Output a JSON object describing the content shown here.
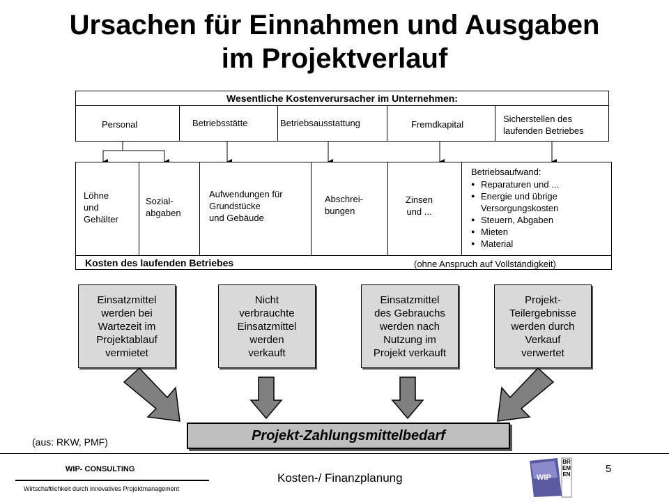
{
  "title": {
    "line1": "Ursachen für Einnahmen und Ausgaben",
    "line2": "im Projektverlauf"
  },
  "cost_drivers": {
    "header": "Wesentliche Kostenverursacher im Unternehmen:",
    "items": [
      "Personal",
      "Betriebsstätte",
      "Betriebsausstattung",
      "Fremdkapital",
      "Sicherstellen des\nlaufenden Betriebes"
    ]
  },
  "costs": {
    "cells": [
      "Löhne\nund\nGehälter",
      "Sozial-\nabgaben",
      "Aufwendungen für\nGrundstücke\nund Gebäude",
      "Abschrei-\nbungen",
      "Zinsen\nund ..."
    ],
    "betriebsaufwand_title": "Betriebsaufwand:",
    "betriebsaufwand_items": [
      "Reparaturen und ...",
      "Energie und übrige\nVersorgungskosten",
      "Steuern, Abgaben",
      "Mieten",
      "Material"
    ],
    "footer_left": "Kosten des laufenden Betriebes",
    "footer_right": "(ohne Anspruch auf Vollständigkeit)"
  },
  "revenue_boxes": [
    "Einsatzmittel\nwerden bei\nWartezeit im\nProjektablauf\nvermietet",
    "Nicht\nverbrauchte\nEinsatzmittel\nwerden\nverkauft",
    "Einsatzmittel\ndes Gebrauchs\nwerden nach\nNutzung im\nProjekt verkauft",
    "Projekt-\nTeilergebnisse\nwerden durch\nVerkauf\nverwertet"
  ],
  "result_box": "Projekt-Zahlungsmittelbedarf",
  "source": "(aus: RKW, PMF)",
  "footer": {
    "company": "WIP- CONSULTING",
    "tagline": "Wirtschaftlichkeit durch innovatives Projektmanagement",
    "center": "Kosten-/ Finanzplanung",
    "page_number": "5",
    "logo_text": "WIP",
    "logo_city": "BREMEN"
  },
  "colors": {
    "box_gray": "#d9d9d9",
    "arrow_gray": "#808080",
    "logo_blue": "#5a5aa0"
  }
}
